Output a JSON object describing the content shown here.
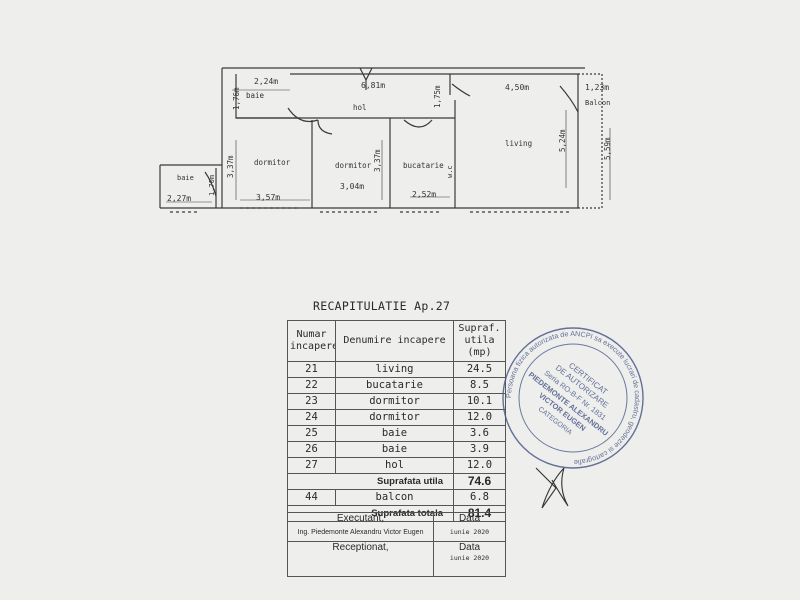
{
  "plan": {
    "rooms": {
      "baie_top": "baie",
      "hol": "hol",
      "living": "living",
      "balcon": "Balcon",
      "dormitor_1": "dormitor",
      "dormitor_2": "dormitor",
      "bucatarie": "bucatarie",
      "baie_left": "baie",
      "wc_marker": "w.c"
    },
    "dimensions": {
      "d_224": "2,24m",
      "d_176": "1,76m",
      "d_681": "6,81m",
      "d_175": "1,75m",
      "d_450": "4,50m",
      "d_123": "1,23m",
      "d_337a": "3,37m",
      "d_337b": "3,37m",
      "d_524": "5,24m",
      "d_559": "5,59m",
      "d_357": "3,57m",
      "d_304": "3,04m",
      "d_252": "2,52m",
      "d_227": "2,27m",
      "d_170": "1,70m"
    }
  },
  "recap": {
    "title": "RECAPITULATIE Ap.27",
    "headers": {
      "num": "Numar incapere",
      "den": "Denumire incapere",
      "supr": "Supraf. utila (mp)"
    },
    "rows": [
      {
        "num": "21",
        "name": "living",
        "area": "24.5"
      },
      {
        "num": "22",
        "name": "bucatarie",
        "area": "8.5"
      },
      {
        "num": "23",
        "name": "dormitor",
        "area": "10.1"
      },
      {
        "num": "24",
        "name": "dormitor",
        "area": "12.0"
      },
      {
        "num": "25",
        "name": "baie",
        "area": "3.6"
      },
      {
        "num": "26",
        "name": "baie",
        "area": "3.9"
      },
      {
        "num": "27",
        "name": "hol",
        "area": "12.0"
      }
    ],
    "util_label": "Suprafata utila",
    "util_value": "74.6",
    "balcon": {
      "num": "44",
      "name": "balcon",
      "area": "6.8"
    },
    "total_label": "Suprafata totala",
    "total_value": "81.4"
  },
  "signatures": {
    "executant_label": "Executant,",
    "executant_name": "Ing. Piedemonte Alexandru Victor Eugen",
    "data_label_1": "Data",
    "data_value_1": "iunie 2020",
    "receptionat_label": "Receptionat,",
    "data_label_2": "Data",
    "data_value_2": "iunie 2020"
  },
  "stamp": {
    "ring_text": "Persoana fizica autorizata de ANCPI sa execute lucrari de cadastru, geodezie si cartografie",
    "line1": "CERTIFICAT",
    "line2": "DE AUTORIZARE",
    "line3": "Seria RO-B-F Nr. 1831",
    "line4": "PIEDEMONTE ALEXANDRU",
    "line5": "VICTOR EUGEN",
    "line6": "CATEGORIA"
  },
  "colors": {
    "paper": "#eeeeec",
    "ink": "#333333",
    "stamp": "#4a5a8a"
  }
}
